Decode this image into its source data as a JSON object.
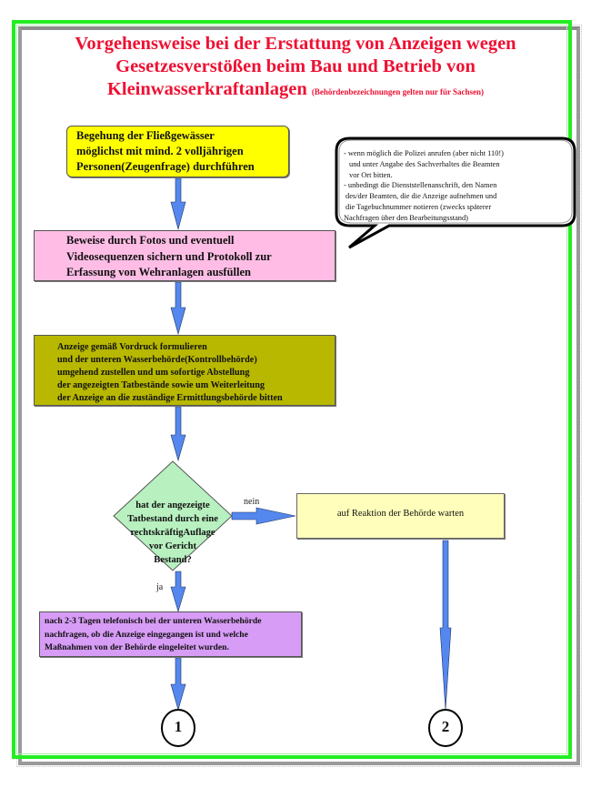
{
  "title": {
    "line1": "Vorgehensweise bei der Erstattung von Anzeigen wegen",
    "line2": "Gesetzesverstößen beim Bau und Betrieb von",
    "line3": "Kleinwasserkraftanlagen",
    "note": "(Behördenbezeichnungen gelten nur für Sachsen)"
  },
  "steps": {
    "step1": [
      "Begehung der Fließgewässer",
      "möglichst mit mind. 2 volljährigen",
      "Personen(Zeugenfrage) durchführen"
    ],
    "step2": [
      "Beweise durch Fotos und eventuell",
      "Videosequenzen sichern und Protokoll zur",
      "Erfassung von Wehranlagen ausfüllen"
    ],
    "step3": [
      "Anzeige gemäß Vordruck formulieren",
      "und der unteren Wasserbehörde(Kontrollbehörde)",
      "umgehend zustellen und um sofortige Abstellung",
      "der angezeigten Tatbestände sowie um Weiterleitung",
      "der Anzeige an die zuständige Ermittlungsbehörde bitten"
    ],
    "decision": [
      "hat der angezeigte",
      "Tatbestand durch eine",
      "rechtskräftigAuflage",
      "vor Gericht",
      "Bestand?"
    ],
    "no_branch": "auf Reaktion der Behörde warten",
    "yes_branch": [
      "nach 2-3 Tagen telefonisch bei der unteren Wasserbehörde",
      "nachfragen, ob die Anzeige eingegangen ist und welche",
      "Maßnahmen von der Behörde eingeleitet wurden."
    ]
  },
  "callout": [
    "- wenn möglich die Polizei anrufen (aber nicht 110!)",
    "  und unter Angabe des Sachverhaltes die Beamten",
    "  vor Ort bitten.",
    "- unbedingt die Dienststellenanschrift, den Namen",
    "  des/der Beamten, die die Anzeige aufnehmen und",
    "  die Tagebuchnummer notieren (zwecks späterer",
    "  Nachfragen über den Bearbeitungsstand)"
  ],
  "labels": {
    "no": "nein",
    "yes": "ja"
  },
  "connectors": {
    "c1": "1",
    "c2": "2"
  },
  "colors": {
    "title": "#ee1133",
    "arrow": "#5588ee",
    "frame_green": "#22ee22",
    "step1": "#ffff00",
    "step2": "#ffbde6",
    "step3": "#b8b800",
    "decision": "#b8f0c0",
    "no_branch": "#ffffbb",
    "yes_branch": "#d79cf5"
  }
}
